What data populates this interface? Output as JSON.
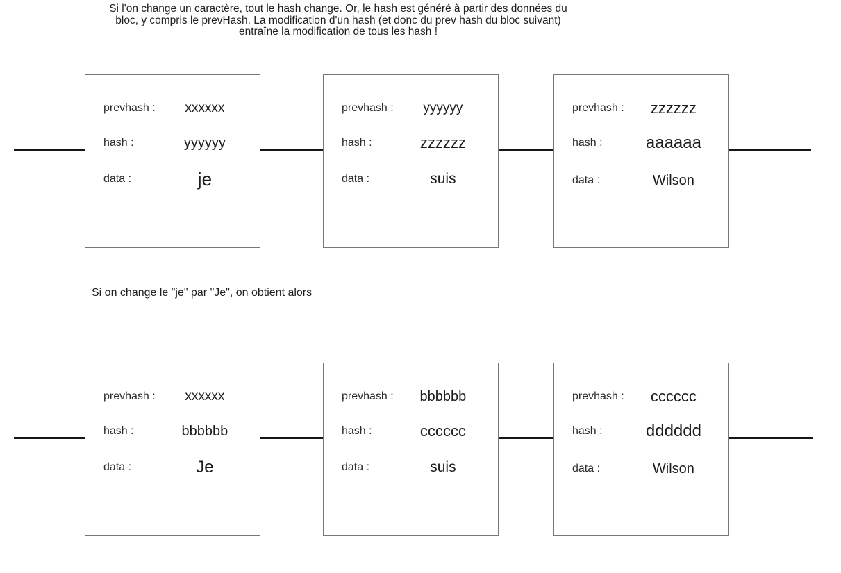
{
  "header": {
    "lines": [
      "Si l'on change un caractère, tout le hash change. Or, le hash est généré à partir des données du",
      "bloc, y compris le prevHash. La modification d'un hash (et donc du prev hash du bloc suivant)",
      "entraîne la modification de tous les hash !"
    ]
  },
  "note": "Si on change le \"je\" par \"Je\", on obtient alors",
  "labels": {
    "prevhash": "prevhash :",
    "hash": "hash :",
    "data": "data :"
  },
  "chains": [
    {
      "blocks": [
        {
          "prevhash": "xxxxxx",
          "hash": "yyyyyy",
          "data": "je"
        },
        {
          "prevhash": "yyyyyy",
          "hash": "zzzzzz",
          "data": "suis"
        },
        {
          "prevhash": "zzzzzz",
          "hash": "aaaaaa",
          "data": "Wilson"
        }
      ]
    },
    {
      "blocks": [
        {
          "prevhash": "xxxxxx",
          "hash": "bbbbbb",
          "data": "Je"
        },
        {
          "prevhash": "bbbbbb",
          "hash": "cccccc",
          "data": "suis"
        },
        {
          "prevhash": "cccccc",
          "hash": "dddddd",
          "data": "Wilson"
        }
      ]
    }
  ],
  "colors": {
    "text": "#1f1f1f",
    "block_border": "#777777",
    "link_line": "#161616",
    "background": "#ffffff"
  }
}
